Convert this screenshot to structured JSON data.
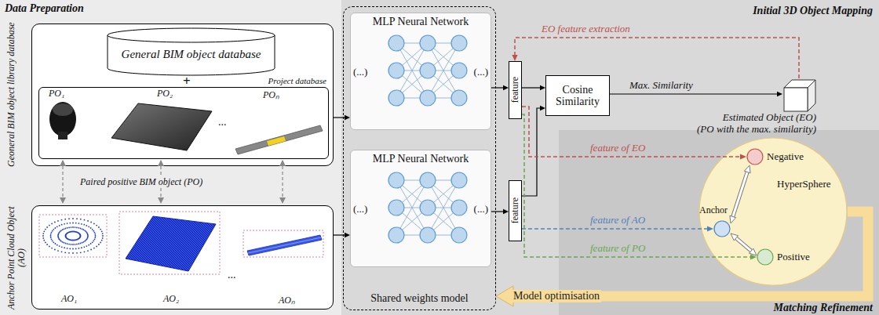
{
  "diagram": {
    "nodes": [
      {
        "text": [
          "Data Preparation"
        ]
      },
      {
        "text": [
          "Initial 3D Object Mapping"
        ]
      },
      {
        "text": [
          "Matching Refinement"
        ],
        "in": 1
      },
      {
        "text": [
          "Geoneral BIM object library database"
        ],
        "in": 0
      },
      {
        "text": [
          "General BIM object database"
        ],
        "in": 3
      },
      {
        "text": [
          "Project database"
        ],
        "in": 3
      },
      {
        "text": [
          "Anchor Point Cloud Object (AO)"
        ],
        "in": 0
      },
      {
        "text": [
          "Shared weights model"
        ],
        "in": 1
      },
      {
        "text": [
          "MLP Neural Network",
          "(...)",
          "(...)"
        ],
        "in": 7
      },
      {
        "text": [
          "MLP Neural Network",
          "(...)",
          "(...)"
        ],
        "in": 7
      },
      {
        "text": [
          "feature"
        ],
        "in": 1
      },
      {
        "text": [
          "feature"
        ],
        "in": 1
      },
      {
        "text": [
          "Cosine Similarity"
        ],
        "in": 1
      },
      {
        "text": [
          "Estimated Object (EO)",
          "(PO with the max. similarity)"
        ],
        "in": 1
      },
      {
        "text": [
          "HyperSphere"
        ],
        "in": 2
      },
      {
        "text": [
          "Negative"
        ],
        "in": 14
      },
      {
        "text": [
          "Anchor"
        ],
        "in": 14
      },
      {
        "text": [
          "Positive"
        ],
        "in": 14
      }
    ],
    "edges": [
      {
        "from": 3,
        "to": 8,
        "arrow": "to"
      },
      {
        "from": 6,
        "to": 9,
        "arrow": "to"
      },
      {
        "from": 8,
        "to": 10,
        "arrow": "to"
      },
      {
        "from": 9,
        "to": 11,
        "arrow": "to"
      },
      {
        "from": 10,
        "to": 12,
        "arrow": "to"
      },
      {
        "from": 11,
        "to": 12,
        "arrow": "to"
      },
      {
        "from": 12,
        "to": 13,
        "arrow": "to",
        "label": "Max. Similarity"
      },
      {
        "from": 13,
        "to": 10,
        "arrow": "to",
        "label": "EO feature extraction"
      },
      {
        "from": 10,
        "to": 15,
        "arrow": "to",
        "label": "feature of EO"
      },
      {
        "from": 11,
        "to": 16,
        "arrow": "to",
        "label": "feature of AO"
      },
      {
        "from": 10,
        "to": 17,
        "arrow": "to",
        "label": "feature of PO"
      },
      {
        "from": 16,
        "to": 15,
        "arrow": "both"
      },
      {
        "from": 16,
        "to": 17,
        "arrow": "both"
      },
      {
        "from": 14,
        "to": 7,
        "arrow": "to",
        "label": "Model optimisation"
      }
    ],
    "labels": [
      "+",
      "PO₁",
      "PO₂",
      "...",
      "POₙ",
      "Paired positive BIM object (PO)",
      "AO₁",
      "AO₂",
      "...",
      "AOₙ"
    ]
  }
}
